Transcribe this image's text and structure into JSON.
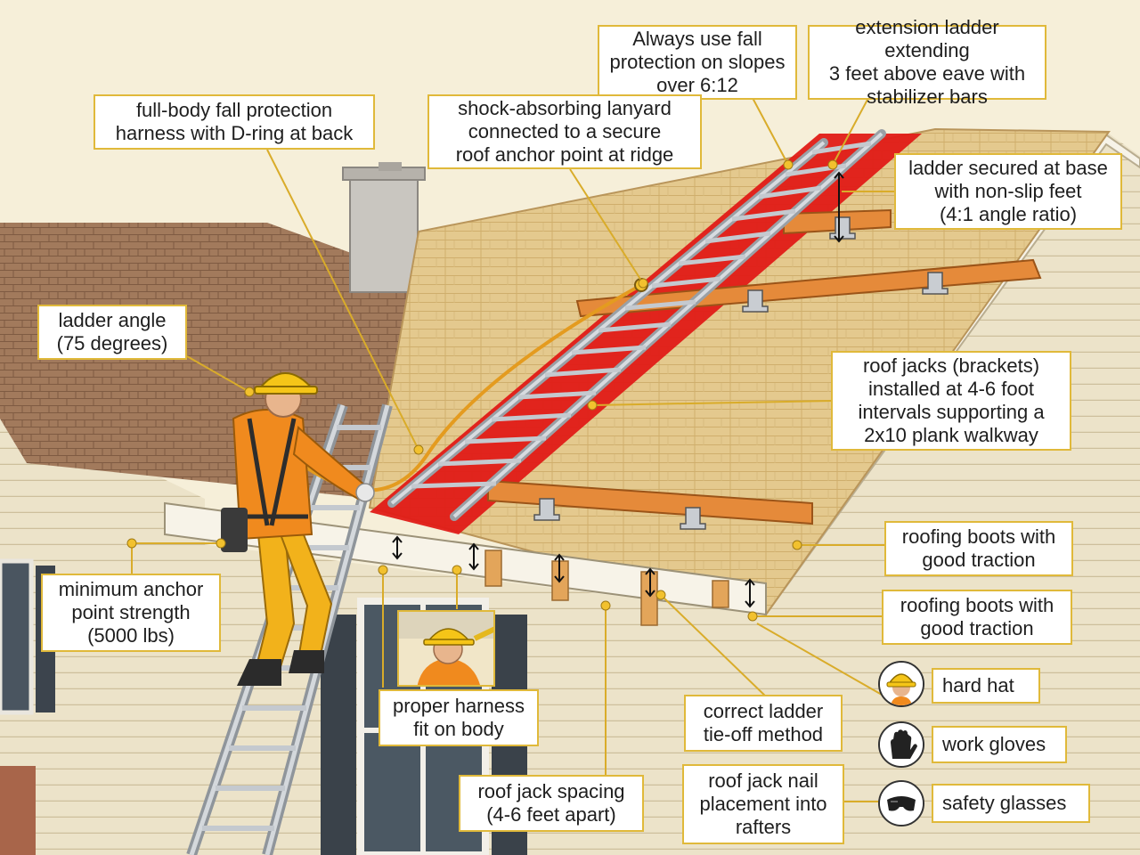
{
  "callouts": {
    "fall_protection_slopes": "Always use fall\nprotection on slopes\nover 6:12",
    "extension_ladder": "extension ladder extending\n3 feet above eave with\nstabilizer bars",
    "harness": "full-body fall protection\nharness with D-ring at back",
    "lanyard": "shock-absorbing lanyard\nconnected to a secure\nroof anchor point at ridge",
    "ladder_base": "ladder secured at base\nwith non-slip feet\n(4:1 angle ratio)",
    "ladder_angle": "ladder angle\n(75 degrees)",
    "roof_jacks": "roof jacks (brackets)\ninstalled at 4-6 foot\nintervals supporting a\n2x10 plank walkway",
    "boots_1": "roofing boots with\ngood traction",
    "boots_2": "roofing boots with\ngood traction",
    "anchor_strength": "minimum anchor\npoint strength\n(5000 lbs)",
    "harness_fit": "proper harness\nfit on body",
    "tie_off": "correct ladder\ntie-off method",
    "jack_spacing": "roof jack spacing\n(4-6 feet apart)",
    "nail_placement": "roof jack nail\nplacement into\nrafters"
  },
  "legend": {
    "hard_hat": "hard hat",
    "work_gloves": "work gloves",
    "safety_glasses": "safety glasses"
  },
  "icons": {
    "hard_hat": "hard-hat-icon",
    "work_gloves": "glove-icon",
    "safety_glasses": "safety-glasses-icon"
  },
  "colors": {
    "callout_border": "#e0b93a",
    "safety_red": "#e01b17",
    "plank_orange": "#e58a3a",
    "hi_vis": "#f2b21b"
  }
}
